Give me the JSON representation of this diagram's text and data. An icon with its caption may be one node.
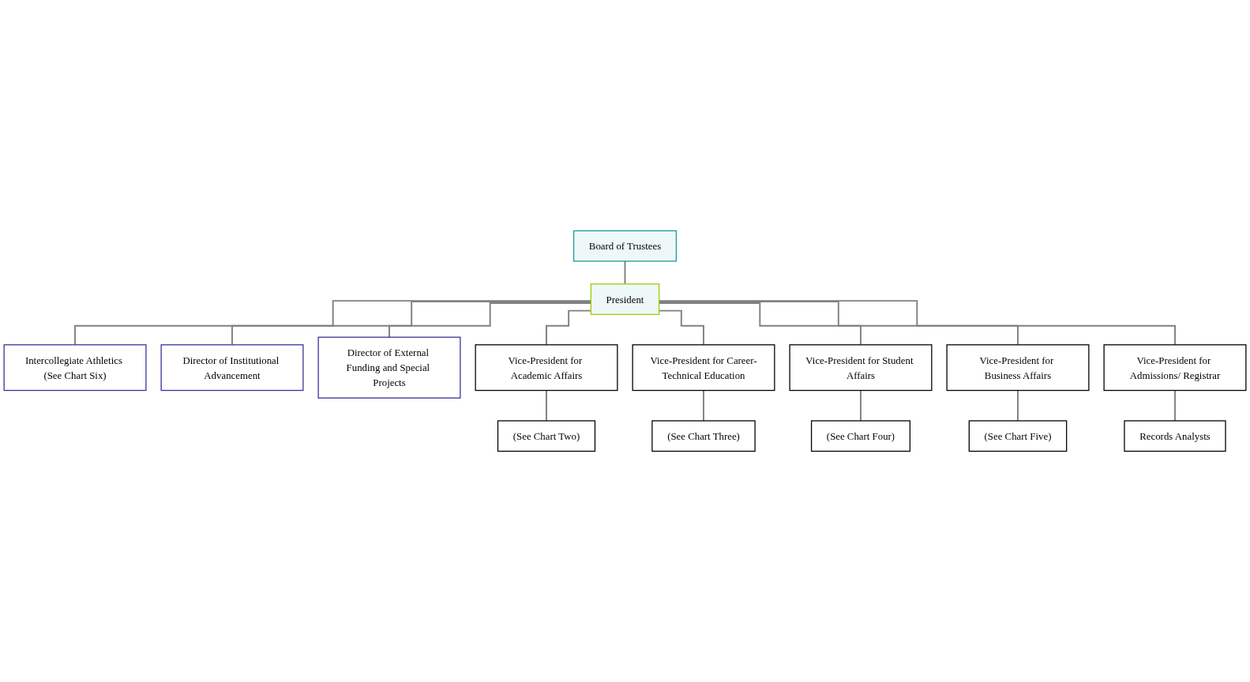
{
  "diagram": {
    "nodes": [
      {
        "text": [
          "Board of Trustees"
        ]
      },
      {
        "text": [
          "President"
        ]
      },
      {
        "text": [
          "Intercollegiate Athletics (See Chart Six)"
        ]
      },
      {
        "text": [
          "Director of Institutional Advancement"
        ]
      },
      {
        "text": [
          "Director of External Funding and Special Projects"
        ]
      },
      {
        "text": [
          "Vice-President for Academic Affairs"
        ]
      },
      {
        "text": [
          "Vice-President for Career-Technical Education"
        ]
      },
      {
        "text": [
          "Vice-President for Student Affairs"
        ]
      },
      {
        "text": [
          "Vice-President for Business Affairs"
        ]
      },
      {
        "text": [
          "Vice-President for Admissions/ Registrar"
        ]
      },
      {
        "text": [
          "(See Chart Two)"
        ]
      },
      {
        "text": [
          "(See Chart Three)"
        ]
      },
      {
        "text": [
          "(See Chart Four)"
        ]
      },
      {
        "text": [
          "(See Chart Five)"
        ]
      },
      {
        "text": [
          "Records Analysts"
        ]
      }
    ],
    "edges": [
      {
        "from": 0,
        "to": 1,
        "arrow": "none"
      },
      {
        "from": 1,
        "to": 2,
        "arrow": "none"
      },
      {
        "from": 1,
        "to": 3,
        "arrow": "none"
      },
      {
        "from": 1,
        "to": 4,
        "arrow": "none"
      },
      {
        "from": 1,
        "to": 5,
        "arrow": "none"
      },
      {
        "from": 1,
        "to": 6,
        "arrow": "none"
      },
      {
        "from": 1,
        "to": 7,
        "arrow": "none"
      },
      {
        "from": 1,
        "to": 8,
        "arrow": "none"
      },
      {
        "from": 1,
        "to": 9,
        "arrow": "none"
      },
      {
        "from": 5,
        "to": 10,
        "arrow": "none"
      },
      {
        "from": 6,
        "to": 11,
        "arrow": "none"
      },
      {
        "from": 7,
        "to": 12,
        "arrow": "none"
      },
      {
        "from": 8,
        "to": 13,
        "arrow": "none"
      },
      {
        "from": 9,
        "to": 14,
        "arrow": "none"
      }
    ]
  }
}
